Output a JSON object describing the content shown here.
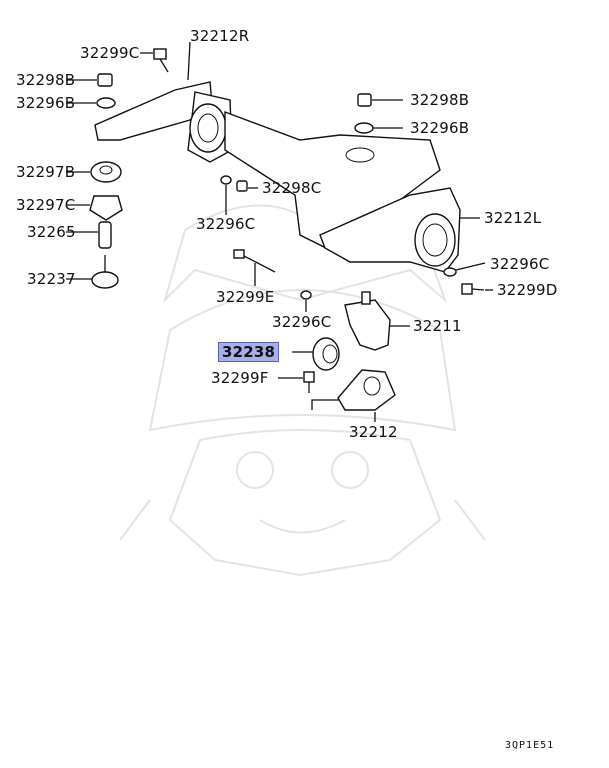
{
  "callouts": [
    {
      "id": "32212R",
      "text": "32212R"
    },
    {
      "id": "32299C-top",
      "text": "32299C"
    },
    {
      "id": "32298B-left",
      "text": "32298B"
    },
    {
      "id": "32296B-left",
      "text": "32296B"
    },
    {
      "id": "32297B",
      "text": "32297B"
    },
    {
      "id": "32297C",
      "text": "32297C"
    },
    {
      "id": "32265",
      "text": "32265"
    },
    {
      "id": "32237",
      "text": "32237"
    },
    {
      "id": "32298B-right",
      "text": "32298B"
    },
    {
      "id": "32296B-right",
      "text": "32296B"
    },
    {
      "id": "32298C",
      "text": "32298C"
    },
    {
      "id": "32296C-mid",
      "text": "32296C"
    },
    {
      "id": "32212L",
      "text": "32212L"
    },
    {
      "id": "32296C-right",
      "text": "32296C"
    },
    {
      "id": "32299D",
      "text": "32299D"
    },
    {
      "id": "32299E",
      "text": "32299E"
    },
    {
      "id": "32296C-low",
      "text": "32296C"
    },
    {
      "id": "32211",
      "text": "32211"
    },
    {
      "id": "32238",
      "text": "32238",
      "highlighted": true
    },
    {
      "id": "32299F",
      "text": "32299F"
    },
    {
      "id": "32212",
      "text": "32212"
    }
  ],
  "highlight_color": "#a8aee6",
  "figure_code": "3QP1E51"
}
